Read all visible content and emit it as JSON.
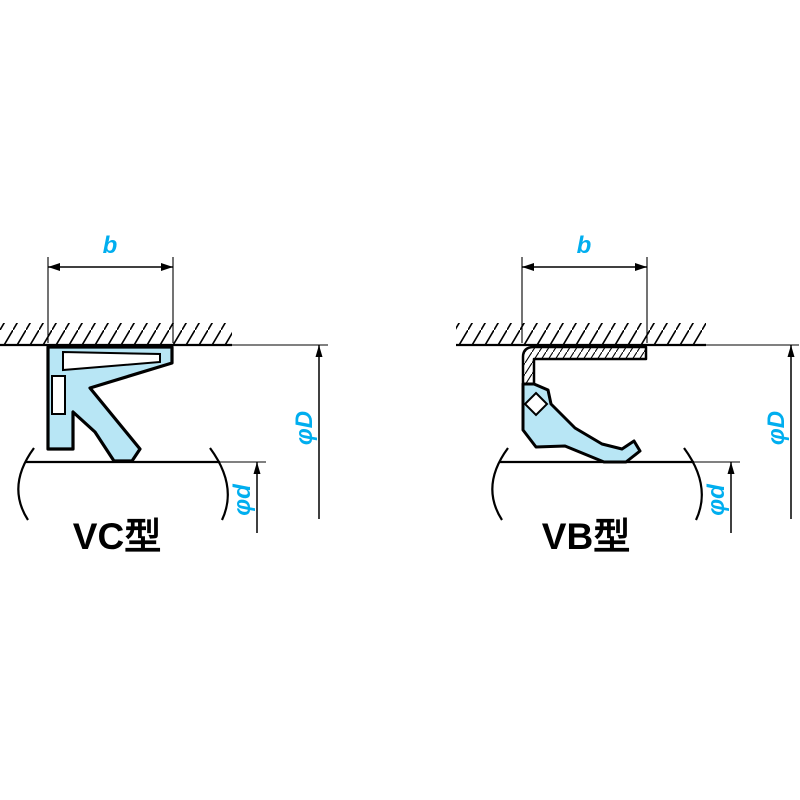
{
  "colors": {
    "accent": "#00aeef",
    "rubber_fill": "#b8e6f5",
    "outline": "#000000",
    "background": "#ffffff"
  },
  "left": {
    "title": "VC型",
    "width_label": "b",
    "outer_diameter_label": "φD",
    "shaft_diameter_label": "φd"
  },
  "right": {
    "title": "VB型",
    "width_label": "b",
    "outer_diameter_label": "φD",
    "shaft_diameter_label": "φd"
  }
}
